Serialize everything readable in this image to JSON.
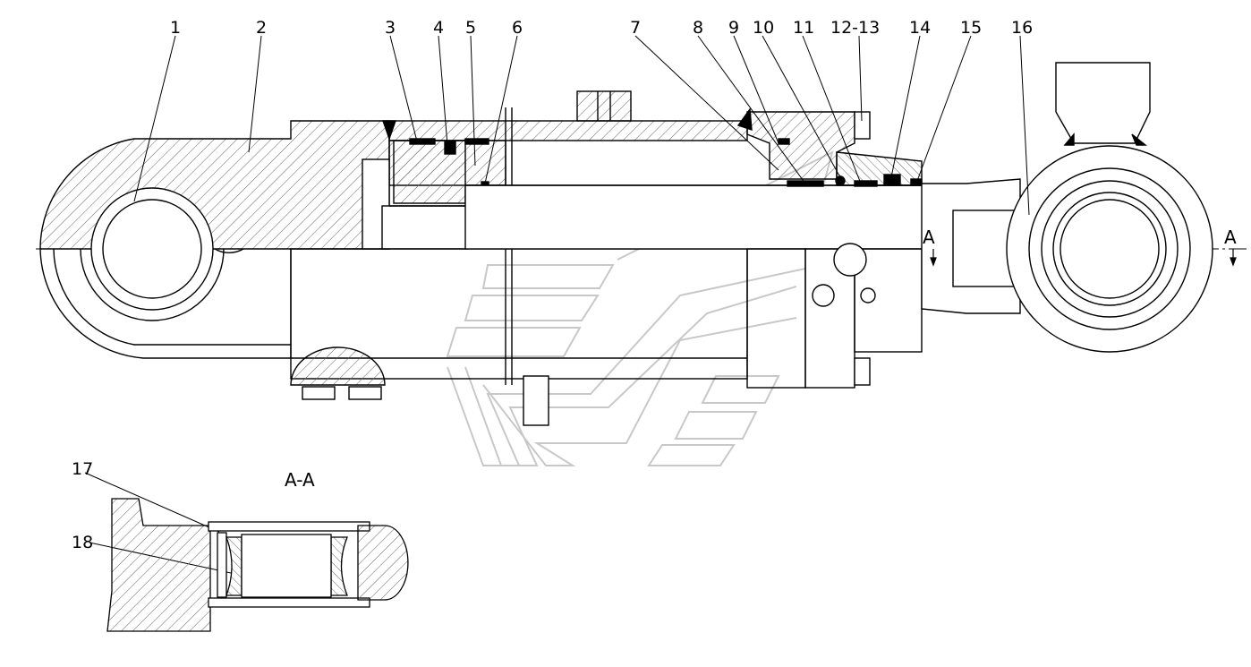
{
  "callouts": [
    "1",
    "2",
    "3",
    "4",
    "5",
    "6",
    "7",
    "8",
    "9",
    "10",
    "11",
    "12-13",
    "14",
    "15",
    "16",
    "17",
    "18"
  ],
  "section_marks": {
    "left": "A",
    "right": "A"
  },
  "section_title": "A-A",
  "colors": {
    "line": "#000000",
    "hatch": "#555555",
    "watermark": "#c8c8c8",
    "background": "#ffffff"
  }
}
